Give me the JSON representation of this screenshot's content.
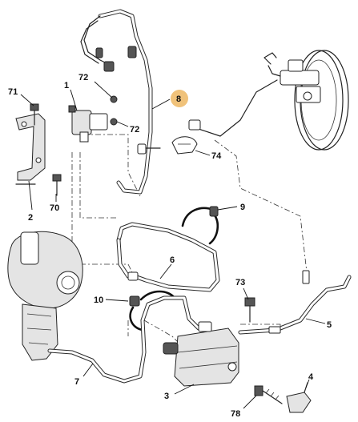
{
  "diagram": {
    "callouts": [
      {
        "id": "1",
        "text": "1"
      },
      {
        "id": "2",
        "text": "2"
      },
      {
        "id": "3",
        "text": "3"
      },
      {
        "id": "4",
        "text": "4"
      },
      {
        "id": "5",
        "text": "5"
      },
      {
        "id": "6",
        "text": "6"
      },
      {
        "id": "7",
        "text": "7"
      },
      {
        "id": "8",
        "text": "8"
      },
      {
        "id": "9",
        "text": "9"
      },
      {
        "id": "10",
        "text": "10"
      },
      {
        "id": "70",
        "text": "70"
      },
      {
        "id": "71",
        "text": "71"
      },
      {
        "id": "72a",
        "text": "72"
      },
      {
        "id": "72b",
        "text": "72"
      },
      {
        "id": "73",
        "text": "73"
      },
      {
        "id": "74",
        "text": "74"
      },
      {
        "id": "78",
        "text": "78"
      }
    ],
    "highlight_color": "#f0c27a",
    "line_color": "#222222"
  }
}
